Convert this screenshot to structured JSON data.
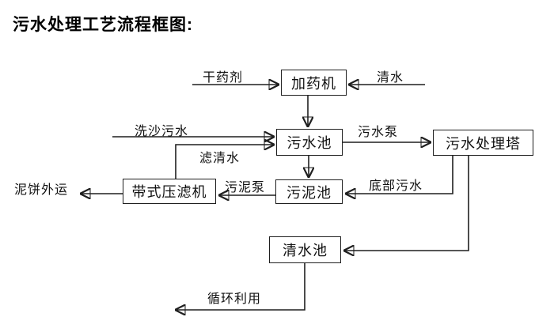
{
  "title": "污水处理工艺流程框图:",
  "diagram": {
    "nodes": {
      "dosing_machine": "加药机",
      "sewage_pool": "污水池",
      "treatment_tower": "污水处理塔",
      "sludge_pool": "污泥池",
      "belt_filter_press": "带式压滤机",
      "clean_water_pool": "清水池"
    },
    "flow_labels": {
      "dry_agent": "干药剂",
      "clean_water": "清水",
      "sand_washing_sewage": "洗沙污水",
      "sewage_pump": "污水泵",
      "filtered_water": "滤清水",
      "sludge_pump": "污泥泵",
      "bottom_sewage": "底部污水",
      "mud_cake_outbound": "泥饼外运",
      "recycle_use": "循环利用"
    },
    "edges": [
      {
        "from": "干药剂(外部)",
        "to": "加药机",
        "label": "干药剂"
      },
      {
        "from": "清水(外部)",
        "to": "加药机",
        "label": "清水"
      },
      {
        "from": "加药机",
        "to": "污水池",
        "label": ""
      },
      {
        "from": "洗沙污水(外部)",
        "to": "污水池",
        "label": "洗沙污水"
      },
      {
        "from": "带式压滤机",
        "to": "污水池",
        "label": "滤清水"
      },
      {
        "from": "污水池",
        "to": "污水处理塔",
        "label": "污水泵"
      },
      {
        "from": "污水池",
        "to": "污泥池",
        "label": ""
      },
      {
        "from": "污水处理塔",
        "to": "污泥池",
        "label": "底部污水"
      },
      {
        "from": "污泥池",
        "to": "带式压滤机",
        "label": "污泥泵"
      },
      {
        "from": "带式压滤机",
        "to": "泥饼外运(外部)",
        "label": "泥饼外运"
      },
      {
        "from": "污水处理塔",
        "to": "清水池",
        "label": ""
      },
      {
        "from": "清水池",
        "to": "循环利用(外部)",
        "label": "循环利用"
      }
    ],
    "colors": {
      "line": "#1f1f1f",
      "text": "#111111",
      "background": "#ffffff"
    }
  }
}
